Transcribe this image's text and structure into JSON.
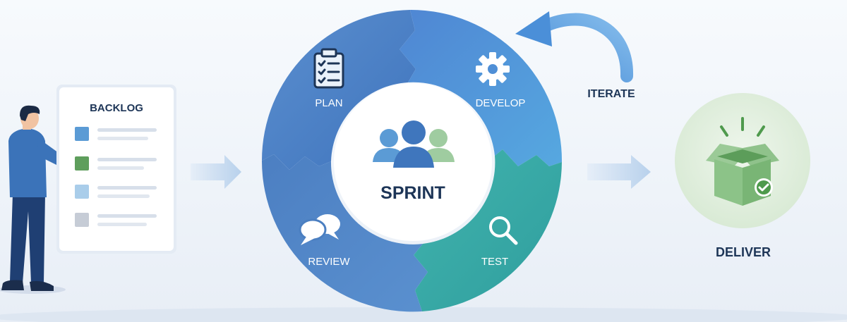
{
  "backlog": {
    "title": "BACKLOG",
    "item_colors": [
      "#5b9bd5",
      "#5e9e5c",
      "#a9cdea",
      "#c6ccd6"
    ]
  },
  "cycle": {
    "center_label": "SPRINT",
    "phases": [
      {
        "label": "PLAN",
        "icon": "clipboard-checklist-icon",
        "color": "#4a80c8"
      },
      {
        "label": "DEVELOP",
        "icon": "gear-icon",
        "color": "#4f8fd6"
      },
      {
        "label": "TEST",
        "icon": "magnifier-icon",
        "color": "#3aa9a6"
      },
      {
        "label": "REVIEW",
        "icon": "chat-bubbles-icon",
        "color": "#4b7fc1"
      }
    ],
    "team_icon": "team-people-icon"
  },
  "iterate": {
    "label": "ITERATE",
    "icon": "curved-arrow-icon"
  },
  "deliver": {
    "label": "DELIVER",
    "icon": "open-box-check-icon"
  },
  "colors": {
    "label_dark": "#1d3557",
    "arrow_light": "#cfe0f2",
    "iterate_arrow": "#5b9bd5",
    "deliver_circle": "#e2efdf",
    "box_green": "#7fb97c"
  }
}
